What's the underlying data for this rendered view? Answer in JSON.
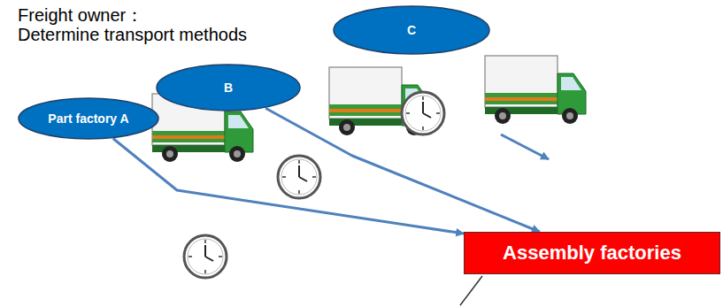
{
  "diagram": {
    "nodes": [
      {
        "text": [
          "Part factory A"
        ]
      },
      {
        "text": [
          "B"
        ]
      },
      {
        "text": [
          "C"
        ]
      },
      {
        "text": [
          "Assembly factories"
        ]
      }
    ],
    "edges": [
      {
        "from": 0,
        "to": 3,
        "arrow": "to"
      },
      {
        "from": 1,
        "to": 3,
        "arrow": "to"
      }
    ],
    "labels": [
      "Freight owner：",
      "Determine transport methods"
    ]
  }
}
